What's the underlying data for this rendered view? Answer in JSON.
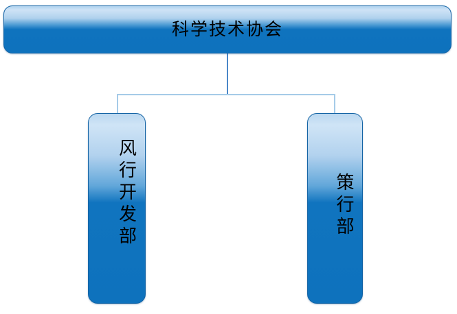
{
  "diagram": {
    "type": "organization-chart",
    "orientation": "top-down",
    "background_color": "#FFFFFF",
    "node_fill_color": "#0E72BD",
    "node_highlight_color": "#CFE4F6",
    "node_border_color": "#1464A5",
    "connector_stem_color": "#4A87C8",
    "connector_branch_color": "#A5CBE8",
    "text_color": "#000000"
  },
  "root": {
    "label": "科学技术协会",
    "text_direction": "horizontal"
  },
  "children": [
    {
      "label": "风行开发部",
      "text_direction": "vertical",
      "position": "left"
    },
    {
      "label": "策行部",
      "text_direction": "vertical",
      "position": "right"
    }
  ]
}
